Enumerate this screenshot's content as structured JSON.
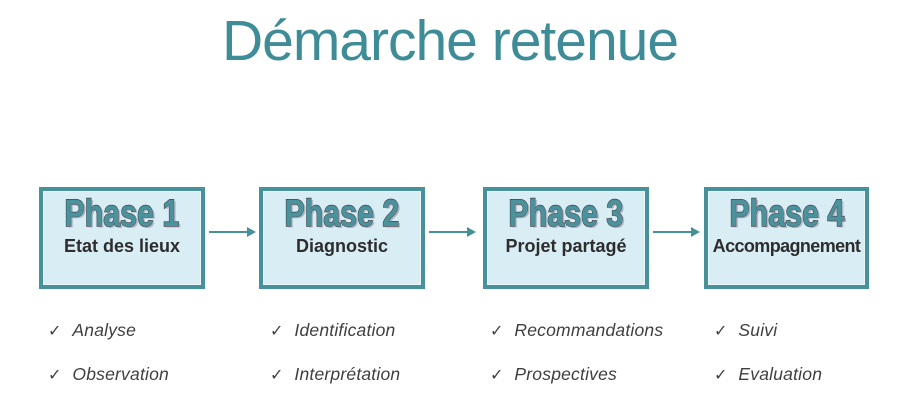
{
  "title": "Démarche retenue",
  "checkmark": "✓",
  "colors": {
    "title_teal": "#3E8C97",
    "box_border_teal": "#47919B",
    "box_fill_blue": "#D9EDF5",
    "phase_label_fill": "#4B939C",
    "phase_label_outline": "#45454D",
    "subtitle_dark": "#2D2D2D",
    "list_text_gray": "#3F3F3F",
    "arrow_teal": "#47919B"
  },
  "phases": [
    {
      "label": "Phase 1",
      "subtitle": "Etat des lieux",
      "items": [
        "Analyse",
        "Observation"
      ]
    },
    {
      "label": "Phase 2",
      "subtitle": "Diagnostic",
      "items": [
        "Identification",
        "Interprétation"
      ]
    },
    {
      "label": "Phase 3",
      "subtitle": "Projet partagé",
      "items": [
        "Recommandations",
        "Prospectives"
      ]
    },
    {
      "label": "Phase 4",
      "subtitle": "Accompagnement",
      "items": [
        "Suivi",
        "Evaluation"
      ]
    }
  ]
}
